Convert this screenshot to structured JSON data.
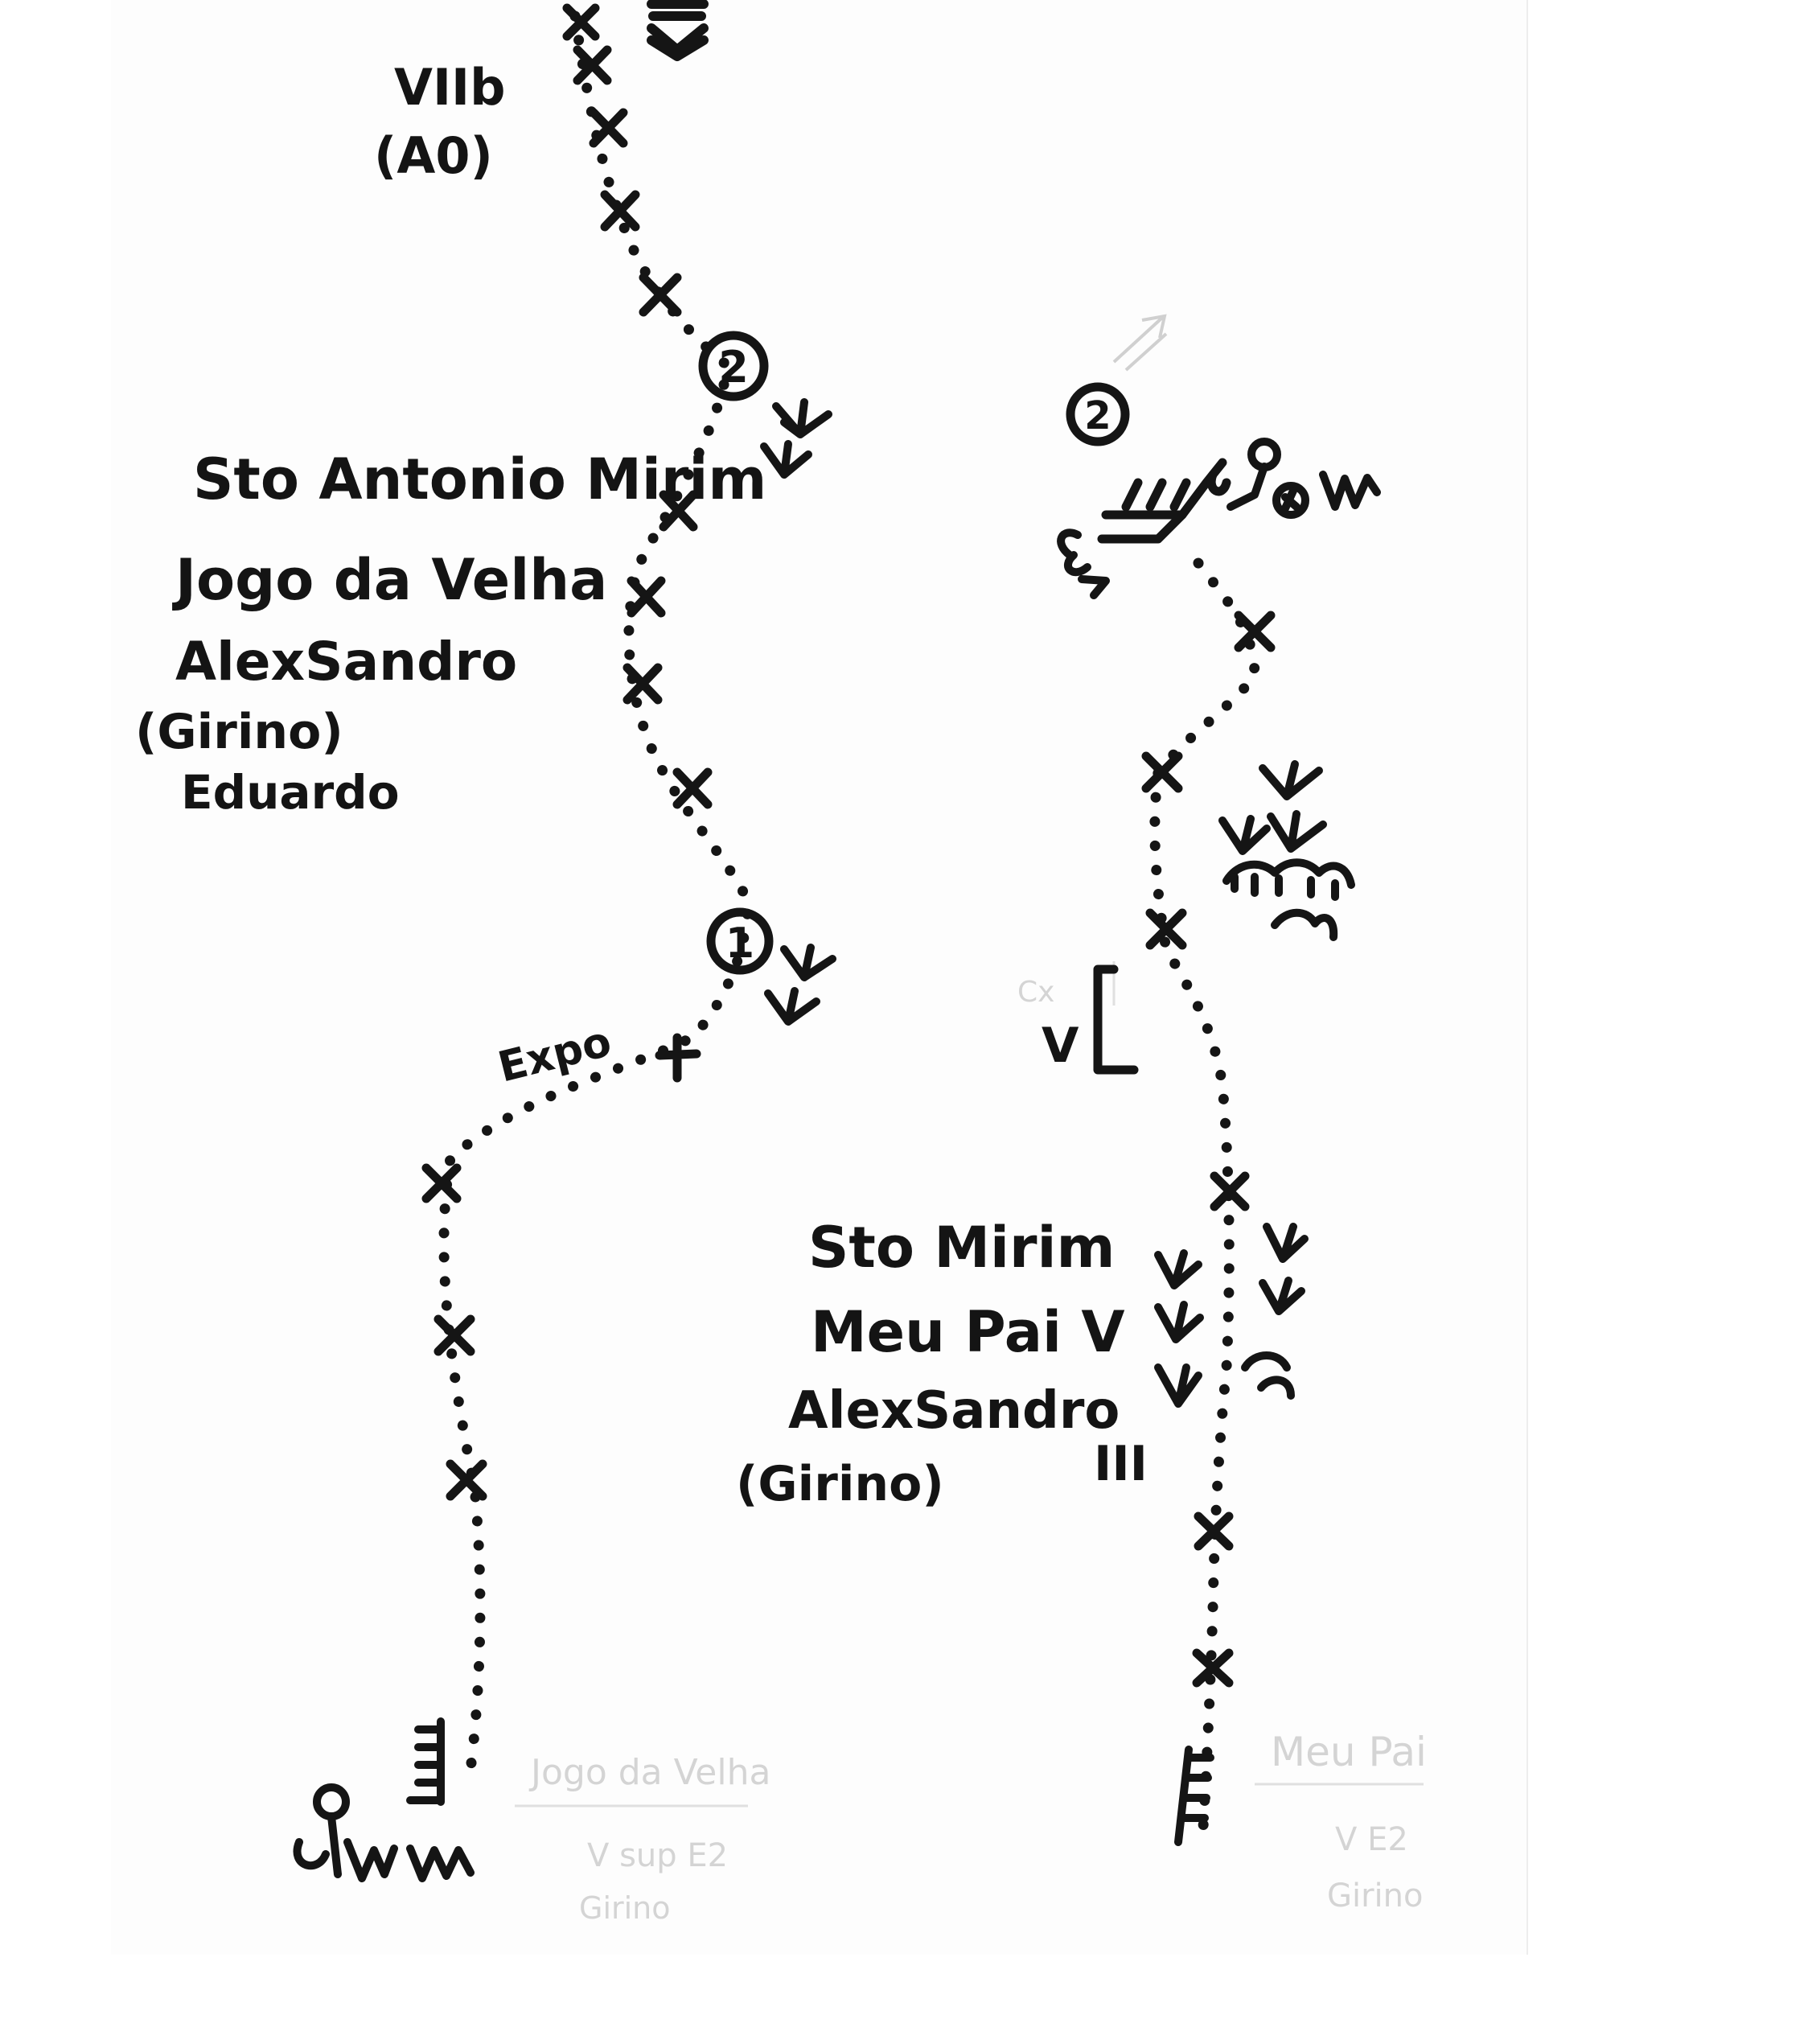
{
  "route_left": {
    "grade_pitch2": {
      "line1": "VIIb",
      "line2": "(A0)"
    },
    "names": [
      "Sto Antonio Mirim",
      "Jogo da Velha"
    ],
    "authors": [
      "AlexSandro",
      "(Girino)",
      "Eduardo"
    ],
    "belay_labels": [
      "2",
      "1"
    ],
    "note_expo": "Expo"
  },
  "route_right": {
    "names": [
      "Sto Mirim",
      "Meu Pai V"
    ],
    "authors": [
      "AlexSandro",
      "(Girino)"
    ],
    "belay_labels": [
      "2"
    ],
    "grade_lower": "III",
    "grade_crack": "V",
    "feature_label": "Cx"
  },
  "faint_backside": {
    "bottom_left": [
      "Jogo da Velha",
      "V sup E2",
      "Girino"
    ],
    "bottom_right": [
      "Meu Pai",
      "V E2",
      "Girino"
    ]
  },
  "icons": {
    "bolt": "x-bolt-icon",
    "belay": "circled-number-belay-icon",
    "vegetation": "bush-icon",
    "ledge": "ledge-icon",
    "start_tree": "tree-icon"
  },
  "colors": {
    "ink": "#151515",
    "paper": "#fdfdfd",
    "ghost": "#d4d4d4"
  }
}
